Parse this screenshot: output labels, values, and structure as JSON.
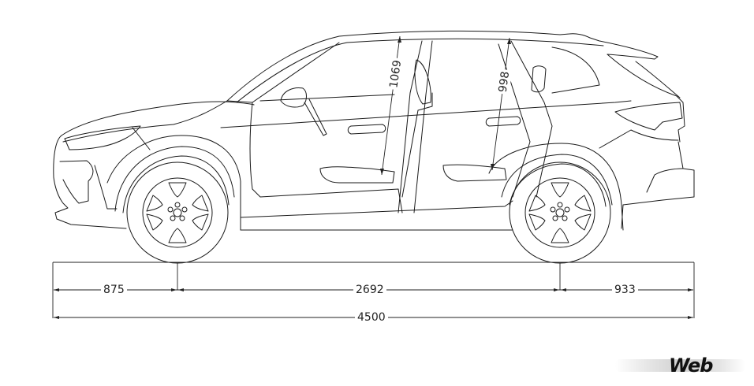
{
  "diagram": {
    "subject": "SUV side view dimension drawing",
    "units": "mm",
    "dimensions": {
      "front_overhang": "875",
      "wheelbase": "2692",
      "rear_overhang": "933",
      "overall_length": "4500",
      "front_headroom": "1069",
      "rear_headroom": "998"
    }
  },
  "logo": {
    "text": "Web"
  }
}
